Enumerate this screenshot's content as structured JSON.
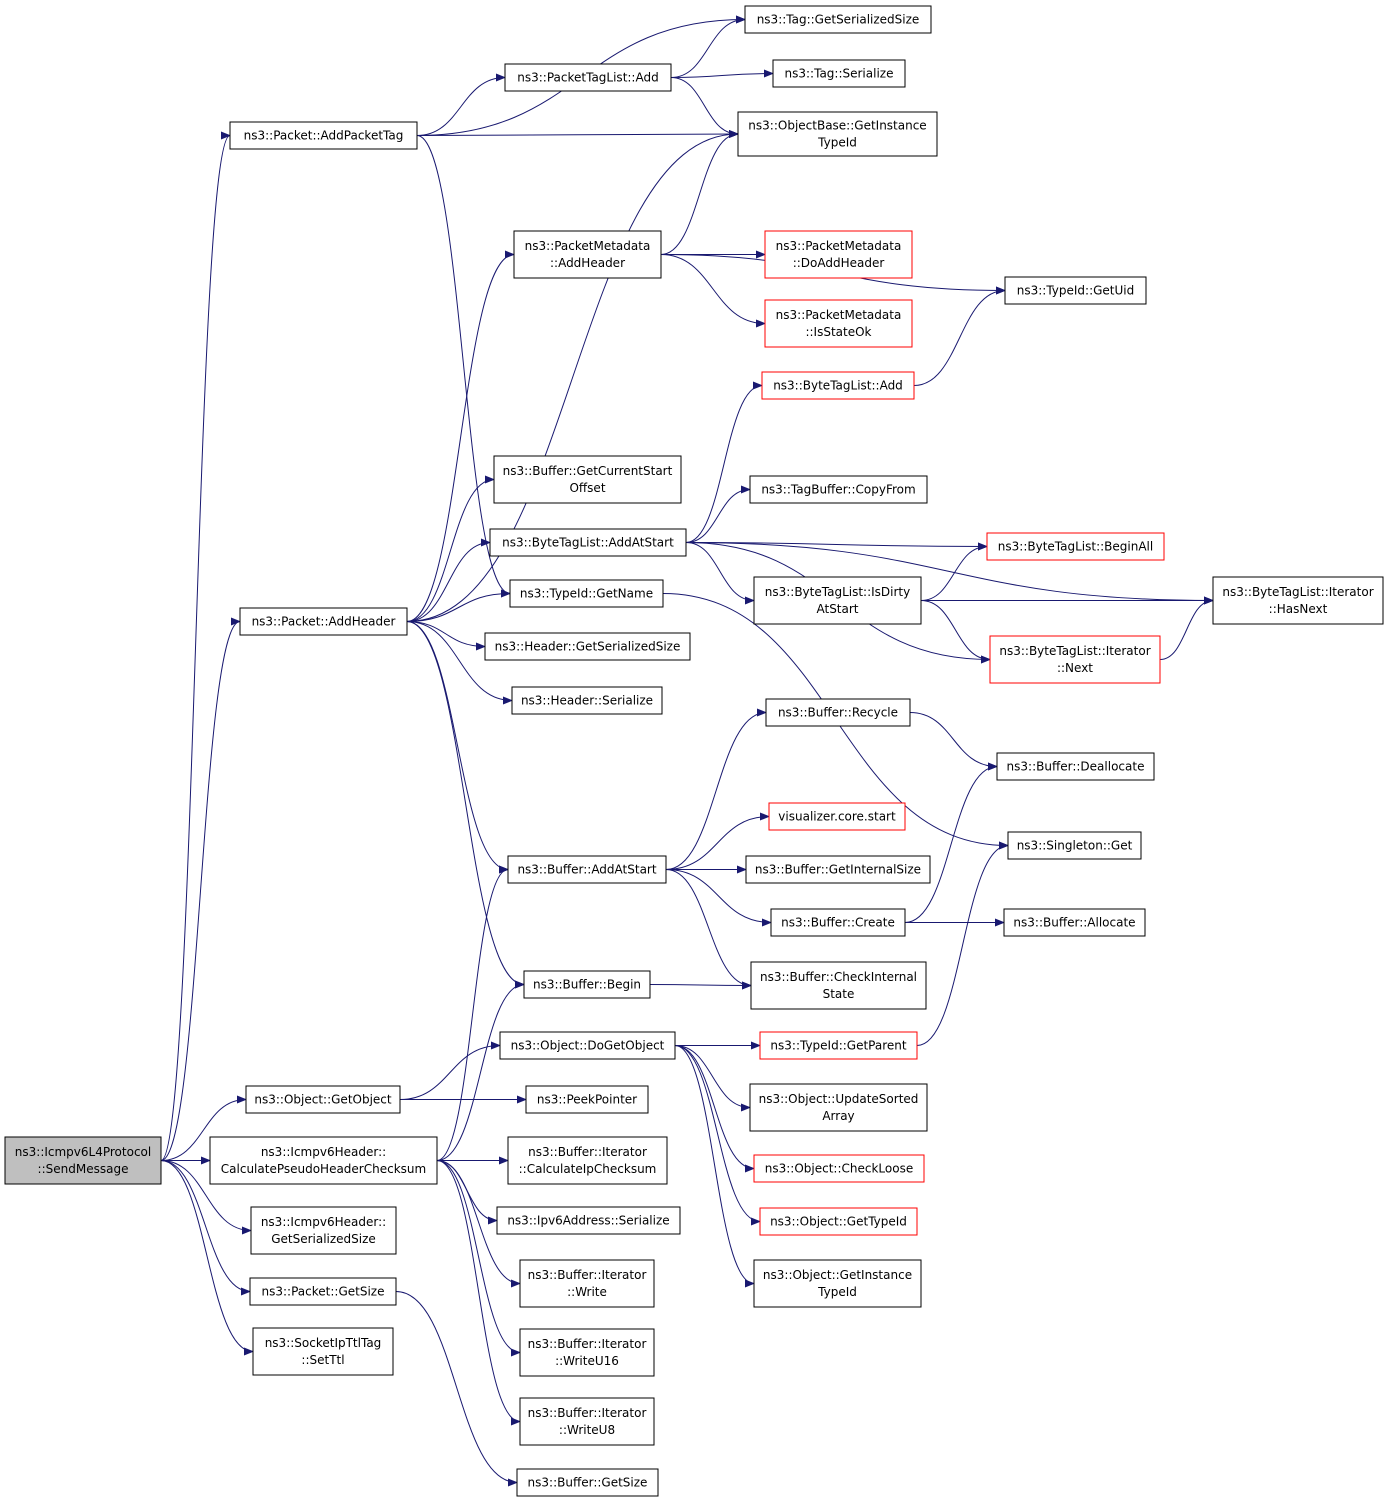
{
  "diagram": {
    "type": "call-graph",
    "colors": {
      "edge": "#191970",
      "root_fill": "#bfbfbf",
      "node_fill": "#ffffff",
      "node_border": "#000000",
      "truncated_border": "#ff0000"
    },
    "nodes": [
      {
        "id": "send",
        "lines": [
          "ns3::Icmpv6L4Protocol",
          "::SendMessage"
        ],
        "style": "root"
      },
      {
        "id": "addPacketTag",
        "lines": [
          "ns3::Packet::AddPacketTag"
        ],
        "style": "normal"
      },
      {
        "id": "addHeader",
        "lines": [
          "ns3::Packet::AddHeader"
        ],
        "style": "normal"
      },
      {
        "id": "getObject",
        "lines": [
          "ns3::Object::GetObject"
        ],
        "style": "normal"
      },
      {
        "id": "calcPseudo",
        "lines": [
          "ns3::Icmpv6Header::",
          "CalculatePseudoHeaderChecksum"
        ],
        "style": "normal"
      },
      {
        "id": "icmpGetSerSize",
        "lines": [
          "ns3::Icmpv6Header::",
          "GetSerializedSize"
        ],
        "style": "normal"
      },
      {
        "id": "packetGetSize",
        "lines": [
          "ns3::Packet::GetSize"
        ],
        "style": "normal"
      },
      {
        "id": "setTtl",
        "lines": [
          "ns3::SocketIpTtlTag",
          "::SetTtl"
        ],
        "style": "normal"
      },
      {
        "id": "tagGetSerSize",
        "lines": [
          "ns3::Tag::GetSerializedSize"
        ],
        "style": "normal"
      },
      {
        "id": "ptlAdd",
        "lines": [
          "ns3::PacketTagList::Add"
        ],
        "style": "normal"
      },
      {
        "id": "tagSerialize",
        "lines": [
          "ns3::Tag::Serialize"
        ],
        "style": "normal"
      },
      {
        "id": "objBaseTypeId",
        "lines": [
          "ns3::ObjectBase::GetInstance",
          "TypeId"
        ],
        "style": "normal"
      },
      {
        "id": "pmAddHeader",
        "lines": [
          "ns3::PacketMetadata",
          "::AddHeader"
        ],
        "style": "normal"
      },
      {
        "id": "pmDoAddHeader",
        "lines": [
          "ns3::PacketMetadata",
          "::DoAddHeader"
        ],
        "style": "truncated"
      },
      {
        "id": "pmIsStateOk",
        "lines": [
          "ns3::PacketMetadata",
          "::IsStateOk"
        ],
        "style": "truncated"
      },
      {
        "id": "typeIdGetUid",
        "lines": [
          "ns3::TypeId::GetUid"
        ],
        "style": "normal"
      },
      {
        "id": "btlAdd",
        "lines": [
          "ns3::ByteTagList::Add"
        ],
        "style": "truncated"
      },
      {
        "id": "bufGetCurStart",
        "lines": [
          "ns3::Buffer::GetCurrentStart",
          "Offset"
        ],
        "style": "normal"
      },
      {
        "id": "tagBufCopyFrom",
        "lines": [
          "ns3::TagBuffer::CopyFrom"
        ],
        "style": "normal"
      },
      {
        "id": "btlAddAtStart",
        "lines": [
          "ns3::ByteTagList::AddAtStart"
        ],
        "style": "normal"
      },
      {
        "id": "btlBeginAll",
        "lines": [
          "ns3::ByteTagList::BeginAll"
        ],
        "style": "truncated"
      },
      {
        "id": "typeIdGetName",
        "lines": [
          "ns3::TypeId::GetName"
        ],
        "style": "normal"
      },
      {
        "id": "btlIsDirty",
        "lines": [
          "ns3::ByteTagList::IsDirty",
          "AtStart"
        ],
        "style": "normal"
      },
      {
        "id": "btlItHasNext",
        "lines": [
          "ns3::ByteTagList::Iterator",
          "::HasNext"
        ],
        "style": "normal"
      },
      {
        "id": "btlItNext",
        "lines": [
          "ns3::ByteTagList::Iterator",
          "::Next"
        ],
        "style": "truncated"
      },
      {
        "id": "hdrGetSerSize",
        "lines": [
          "ns3::Header::GetSerializedSize"
        ],
        "style": "normal"
      },
      {
        "id": "hdrSerialize",
        "lines": [
          "ns3::Header::Serialize"
        ],
        "style": "normal"
      },
      {
        "id": "bufRecycle",
        "lines": [
          "ns3::Buffer::Recycle"
        ],
        "style": "normal"
      },
      {
        "id": "bufDeallocate",
        "lines": [
          "ns3::Buffer::Deallocate"
        ],
        "style": "normal"
      },
      {
        "id": "vizStart",
        "lines": [
          "visualizer.core.start"
        ],
        "style": "truncated"
      },
      {
        "id": "singletonGet",
        "lines": [
          "ns3::Singleton::Get"
        ],
        "style": "normal"
      },
      {
        "id": "bufAddAtStart",
        "lines": [
          "ns3::Buffer::AddAtStart"
        ],
        "style": "normal"
      },
      {
        "id": "bufGetIntSize",
        "lines": [
          "ns3::Buffer::GetInternalSize"
        ],
        "style": "normal"
      },
      {
        "id": "bufCreate",
        "lines": [
          "ns3::Buffer::Create"
        ],
        "style": "normal"
      },
      {
        "id": "bufAllocate",
        "lines": [
          "ns3::Buffer::Allocate"
        ],
        "style": "normal"
      },
      {
        "id": "bufBegin",
        "lines": [
          "ns3::Buffer::Begin"
        ],
        "style": "normal"
      },
      {
        "id": "bufCheckIntState",
        "lines": [
          "ns3::Buffer::CheckInternal",
          "State"
        ],
        "style": "normal"
      },
      {
        "id": "objDoGetObject",
        "lines": [
          "ns3::Object::DoGetObject"
        ],
        "style": "normal"
      },
      {
        "id": "typeIdGetParent",
        "lines": [
          "ns3::TypeId::GetParent"
        ],
        "style": "truncated"
      },
      {
        "id": "peekPointer",
        "lines": [
          "ns3::PeekPointer"
        ],
        "style": "normal"
      },
      {
        "id": "objUpdateSorted",
        "lines": [
          "ns3::Object::UpdateSorted",
          "Array"
        ],
        "style": "normal"
      },
      {
        "id": "bufItCalcIpChk",
        "lines": [
          "ns3::Buffer::Iterator",
          "::CalculateIpChecksum"
        ],
        "style": "normal"
      },
      {
        "id": "objCheckLoose",
        "lines": [
          "ns3::Object::CheckLoose"
        ],
        "style": "truncated"
      },
      {
        "id": "ipv6Serialize",
        "lines": [
          "ns3::Ipv6Address::Serialize"
        ],
        "style": "normal"
      },
      {
        "id": "objGetTypeId",
        "lines": [
          "ns3::Object::GetTypeId"
        ],
        "style": "truncated"
      },
      {
        "id": "bufItWrite",
        "lines": [
          "ns3::Buffer::Iterator",
          "::Write"
        ],
        "style": "normal"
      },
      {
        "id": "objGetInstTypeId",
        "lines": [
          "ns3::Object::GetInstance",
          "TypeId"
        ],
        "style": "normal"
      },
      {
        "id": "bufItWriteU16",
        "lines": [
          "ns3::Buffer::Iterator",
          "::WriteU16"
        ],
        "style": "normal"
      },
      {
        "id": "bufItWriteU8",
        "lines": [
          "ns3::Buffer::Iterator",
          "::WriteU8"
        ],
        "style": "normal"
      },
      {
        "id": "bufGetSize",
        "lines": [
          "ns3::Buffer::GetSize"
        ],
        "style": "normal"
      }
    ],
    "edges": [
      [
        "send",
        "addPacketTag"
      ],
      [
        "send",
        "addHeader"
      ],
      [
        "send",
        "getObject"
      ],
      [
        "send",
        "calcPseudo"
      ],
      [
        "send",
        "icmpGetSerSize"
      ],
      [
        "send",
        "packetGetSize"
      ],
      [
        "send",
        "setTtl"
      ],
      [
        "addPacketTag",
        "tagGetSerSize"
      ],
      [
        "addPacketTag",
        "ptlAdd"
      ],
      [
        "addPacketTag",
        "objBaseTypeId"
      ],
      [
        "addPacketTag",
        "typeIdGetName"
      ],
      [
        "ptlAdd",
        "tagGetSerSize"
      ],
      [
        "ptlAdd",
        "tagSerialize"
      ],
      [
        "ptlAdd",
        "objBaseTypeId"
      ],
      [
        "addHeader",
        "objBaseTypeId"
      ],
      [
        "addHeader",
        "pmAddHeader"
      ],
      [
        "addHeader",
        "bufGetCurStart"
      ],
      [
        "addHeader",
        "btlAddAtStart"
      ],
      [
        "addHeader",
        "typeIdGetName"
      ],
      [
        "addHeader",
        "hdrGetSerSize"
      ],
      [
        "addHeader",
        "hdrSerialize"
      ],
      [
        "addHeader",
        "bufAddAtStart"
      ],
      [
        "addHeader",
        "bufBegin"
      ],
      [
        "pmAddHeader",
        "objBaseTypeId"
      ],
      [
        "pmAddHeader",
        "typeIdGetUid"
      ],
      [
        "pmAddHeader",
        "pmDoAddHeader"
      ],
      [
        "pmAddHeader",
        "pmIsStateOk"
      ],
      [
        "btlAdd",
        "typeIdGetUid"
      ],
      [
        "btlAddAtStart",
        "btlAdd"
      ],
      [
        "btlAddAtStart",
        "btlItHasNext"
      ],
      [
        "btlAddAtStart",
        "tagBufCopyFrom"
      ],
      [
        "btlAddAtStart",
        "btlBeginAll"
      ],
      [
        "btlAddAtStart",
        "btlIsDirty"
      ],
      [
        "btlAddAtStart",
        "btlItNext"
      ],
      [
        "btlIsDirty",
        "btlBeginAll"
      ],
      [
        "btlIsDirty",
        "btlItHasNext"
      ],
      [
        "btlIsDirty",
        "btlItNext"
      ],
      [
        "btlItNext",
        "btlItHasNext"
      ],
      [
        "typeIdGetName",
        "singletonGet"
      ],
      [
        "bufAddAtStart",
        "bufRecycle"
      ],
      [
        "bufAddAtStart",
        "vizStart"
      ],
      [
        "bufAddAtStart",
        "bufGetIntSize"
      ],
      [
        "bufAddAtStart",
        "bufCreate"
      ],
      [
        "bufAddAtStart",
        "bufCheckIntState"
      ],
      [
        "bufRecycle",
        "bufDeallocate"
      ],
      [
        "bufCreate",
        "bufDeallocate"
      ],
      [
        "bufCreate",
        "bufAllocate"
      ],
      [
        "bufBegin",
        "bufCheckIntState"
      ],
      [
        "getObject",
        "objDoGetObject"
      ],
      [
        "getObject",
        "peekPointer"
      ],
      [
        "objDoGetObject",
        "typeIdGetParent"
      ],
      [
        "objDoGetObject",
        "objUpdateSorted"
      ],
      [
        "objDoGetObject",
        "objCheckLoose"
      ],
      [
        "objDoGetObject",
        "objGetTypeId"
      ],
      [
        "objDoGetObject",
        "objGetInstTypeId"
      ],
      [
        "typeIdGetParent",
        "singletonGet"
      ],
      [
        "calcPseudo",
        "bufAddAtStart"
      ],
      [
        "calcPseudo",
        "bufBegin"
      ],
      [
        "calcPseudo",
        "bufItCalcIpChk"
      ],
      [
        "calcPseudo",
        "ipv6Serialize"
      ],
      [
        "calcPseudo",
        "bufItWrite"
      ],
      [
        "calcPseudo",
        "bufItWriteU16"
      ],
      [
        "calcPseudo",
        "bufItWriteU8"
      ],
      [
        "packetGetSize",
        "bufGetSize"
      ]
    ]
  }
}
